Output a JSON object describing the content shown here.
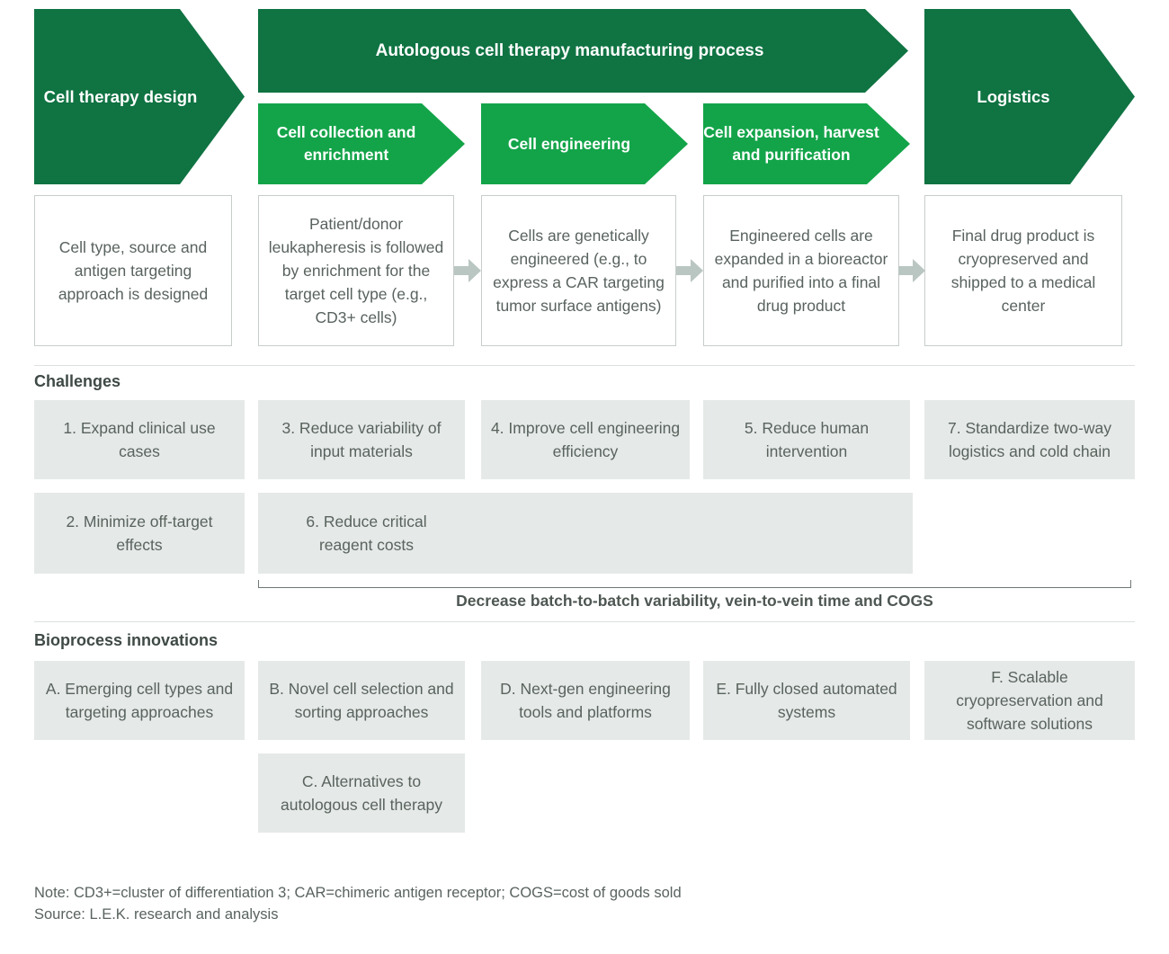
{
  "colors": {
    "dark_green": "#0F7342",
    "light_green": "#13A449",
    "gray_box": "#E5E9E7",
    "box_border": "#C7CDCA",
    "body_text": "#59635E",
    "heading_text": "#3F4A45",
    "flow_arrow_gray": "#BAC6C2"
  },
  "process": {
    "header": "Autologous cell therapy manufacturing process",
    "design": {
      "label": "Cell therapy design",
      "description": "Cell type, source and antigen targeting approach is designed"
    },
    "stages": [
      {
        "label": "Cell collection and enrichment",
        "description": "Patient/donor leukapheresis is followed by enrichment for the target cell type (e.g., CD3+ cells)"
      },
      {
        "label": "Cell engineering",
        "description": "Cells are genetically engineered (e.g., to express a CAR targeting tumor surface antigens)"
      },
      {
        "label": "Cell expansion, harvest and purification",
        "description": "Engineered cells are expanded in a bioreactor and purified into a final drug product"
      }
    ],
    "logistics": {
      "label": "Logistics",
      "description": "Final drug product is cryopreserved and shipped to a medical center"
    }
  },
  "challenges": {
    "heading": "Challenges",
    "items_row1": [
      "1. Expand clinical use cases",
      "3. Reduce variability of input materials",
      "4. Improve cell engineering efficiency",
      "5. Reduce human intervention",
      "7. Standardize two-way logistics and cold chain"
    ],
    "item_minimize": "2. Minimize off-target effects",
    "item_reagent": "6. Reduce critical reagent costs",
    "bracket_caption": "Decrease batch-to-batch variability, vein-to-vein time and COGS"
  },
  "innovations": {
    "heading": "Bioprocess innovations",
    "items_row1": [
      "A. Emerging cell types and targeting approaches",
      "B. Novel cell selection and sorting approaches",
      "D. Next-gen engineering tools and platforms",
      "E. Fully closed automated systems",
      "F. Scalable cryopreservation and software solutions"
    ],
    "item_alternatives": "C. Alternatives to autologous cell therapy"
  },
  "footer": {
    "note": "Note: CD3+=cluster of differentiation 3; CAR=chimeric antigen receptor; COGS=cost of goods sold",
    "source": "Source: L.E.K. research and analysis"
  }
}
